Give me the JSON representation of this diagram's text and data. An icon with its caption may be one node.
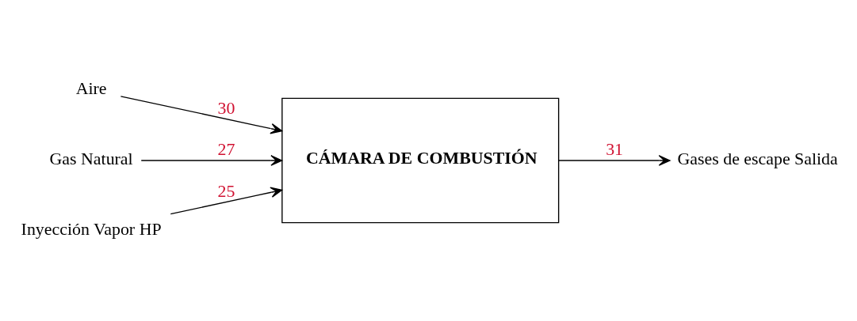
{
  "diagram": {
    "nodes": [
      {
        "text": [
          "CÁMARA DE COMBUSTIÓN"
        ]
      },
      {
        "text": [
          "Aire"
        ]
      },
      {
        "text": [
          "Gas Natural"
        ]
      },
      {
        "text": [
          "Inyección Vapor HP"
        ]
      },
      {
        "text": [
          "Gases de escape Salida"
        ]
      }
    ],
    "edges": [
      {
        "from": 1,
        "to": 0,
        "arrow": "to",
        "label": "30"
      },
      {
        "from": 2,
        "to": 0,
        "arrow": "to",
        "label": "27"
      },
      {
        "from": 3,
        "to": 0,
        "arrow": "to",
        "label": "25"
      },
      {
        "from": 0,
        "to": 4,
        "arrow": "to",
        "label": "31"
      }
    ]
  }
}
